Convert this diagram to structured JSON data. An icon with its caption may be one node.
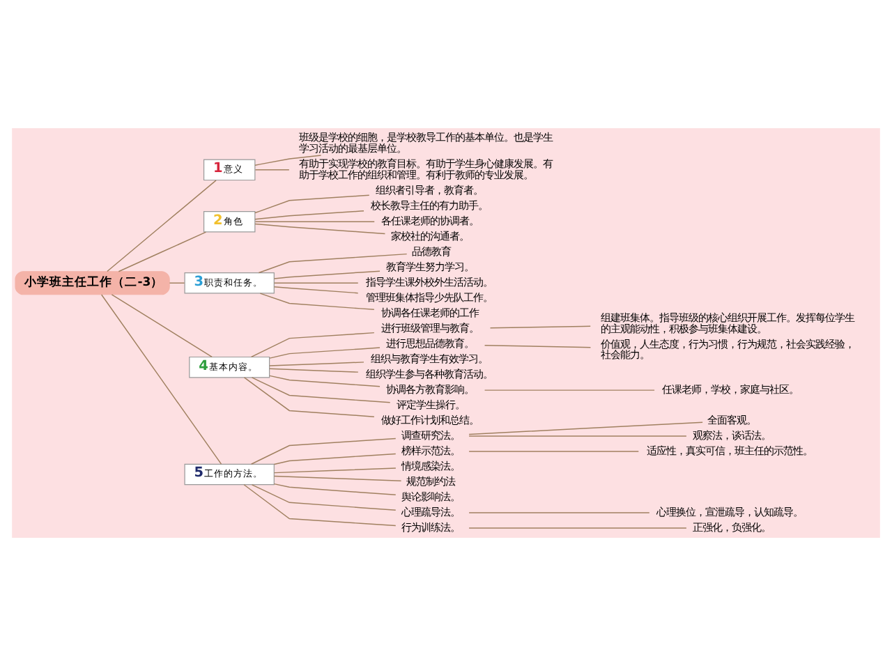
{
  "diagram": {
    "nodes": [
      {
        "text": [
          "小学班主任工作（二-3）"
        ]
      },
      {
        "text": [
          "1",
          "意义"
        ]
      },
      {
        "text": [
          "班级是学校的细胞，是学校教导工作的基本单位。也是学生学习活动的最基层单位。"
        ]
      },
      {
        "text": [
          "有助于实现学校的教育目标。有助于学生身心健康发展。有助于学校工作的组织和管理。有利于教师的专业发展。"
        ]
      },
      {
        "text": [
          "2",
          "角色"
        ]
      },
      {
        "text": [
          "组织者引导者，教育者。"
        ]
      },
      {
        "text": [
          "校长教导主任的有力助手。"
        ]
      },
      {
        "text": [
          "各任课老师的协调者。"
        ]
      },
      {
        "text": [
          "家校社的沟通者。"
        ]
      },
      {
        "text": [
          "3",
          "职责和任务。"
        ]
      },
      {
        "text": [
          "品德教育"
        ]
      },
      {
        "text": [
          "教育学生努力学习。"
        ]
      },
      {
        "text": [
          "指导学生课外校外生活活动。"
        ]
      },
      {
        "text": [
          "管理班集体指导少先队工作。"
        ]
      },
      {
        "text": [
          "协调各任课老师的工作"
        ]
      },
      {
        "text": [
          "4",
          "基本内容。"
        ]
      },
      {
        "text": [
          "进行班级管理与教育。"
        ]
      },
      {
        "text": [
          "组建班集体。指导班级的核心组织开展工作。发挥每位学生的主观能动性，积极参与班集体建设。"
        ]
      },
      {
        "text": [
          "进行思想品德教育。"
        ]
      },
      {
        "text": [
          "价值观，人生态度，行为习惯，行为规范，社会实践经验，社会能力。"
        ]
      },
      {
        "text": [
          "组织与教育学生有效学习。"
        ]
      },
      {
        "text": [
          "组织学生参与各种教育活动。"
        ]
      },
      {
        "text": [
          "协调各方教育影响。"
        ]
      },
      {
        "text": [
          "任课老师，学校，家庭与社区。"
        ]
      },
      {
        "text": [
          "评定学生操行。"
        ]
      },
      {
        "text": [
          "做好工作计划和总结。"
        ]
      },
      {
        "text": [
          "5",
          "工作的方法。"
        ]
      },
      {
        "text": [
          "调查研究法。"
        ]
      },
      {
        "text": [
          "全面客观。"
        ]
      },
      {
        "text": [
          "观察法，谈话法。"
        ]
      },
      {
        "text": [
          "榜样示范法。"
        ]
      },
      {
        "text": [
          "适应性，真实可信，班主任的示范性。"
        ]
      },
      {
        "text": [
          "情境感染法。"
        ]
      },
      {
        "text": [
          "规范制约法"
        ]
      },
      {
        "text": [
          "舆论影响法。"
        ]
      },
      {
        "text": [
          "心理疏导法。"
        ]
      },
      {
        "text": [
          "心理换位，宣泄疏导，认知疏导。"
        ]
      },
      {
        "text": [
          "行为训练法。"
        ]
      },
      {
        "text": [
          "正强化，负强化。"
        ]
      }
    ],
    "edges": [
      {
        "from": 0,
        "to": 1,
        "arrow": "none"
      },
      {
        "from": 1,
        "to": 2,
        "arrow": "none"
      },
      {
        "from": 1,
        "to": 3,
        "arrow": "none"
      },
      {
        "from": 0,
        "to": 4,
        "arrow": "none"
      },
      {
        "from": 4,
        "to": 5,
        "arrow": "none"
      },
      {
        "from": 4,
        "to": 6,
        "arrow": "none"
      },
      {
        "from": 4,
        "to": 7,
        "arrow": "none"
      },
      {
        "from": 4,
        "to": 8,
        "arrow": "none"
      },
      {
        "from": 0,
        "to": 9,
        "arrow": "none"
      },
      {
        "from": 9,
        "to": 10,
        "arrow": "none"
      },
      {
        "from": 9,
        "to": 11,
        "arrow": "none"
      },
      {
        "from": 9,
        "to": 12,
        "arrow": "none"
      },
      {
        "from": 9,
        "to": 13,
        "arrow": "none"
      },
      {
        "from": 9,
        "to": 14,
        "arrow": "none"
      },
      {
        "from": 0,
        "to": 15,
        "arrow": "none"
      },
      {
        "from": 15,
        "to": 16,
        "arrow": "none"
      },
      {
        "from": 16,
        "to": 17,
        "arrow": "none"
      },
      {
        "from": 15,
        "to": 18,
        "arrow": "none"
      },
      {
        "from": 18,
        "to": 19,
        "arrow": "none"
      },
      {
        "from": 15,
        "to": 20,
        "arrow": "none"
      },
      {
        "from": 15,
        "to": 21,
        "arrow": "none"
      },
      {
        "from": 15,
        "to": 22,
        "arrow": "none"
      },
      {
        "from": 22,
        "to": 23,
        "arrow": "none"
      },
      {
        "from": 15,
        "to": 24,
        "arrow": "none"
      },
      {
        "from": 15,
        "to": 25,
        "arrow": "none"
      },
      {
        "from": 0,
        "to": 26,
        "arrow": "none"
      },
      {
        "from": 26,
        "to": 27,
        "arrow": "none"
      },
      {
        "from": 27,
        "to": 28,
        "arrow": "none"
      },
      {
        "from": 27,
        "to": 29,
        "arrow": "none"
      },
      {
        "from": 26,
        "to": 30,
        "arrow": "none"
      },
      {
        "from": 30,
        "to": 31,
        "arrow": "none"
      },
      {
        "from": 26,
        "to": 32,
        "arrow": "none"
      },
      {
        "from": 26,
        "to": 33,
        "arrow": "none"
      },
      {
        "from": 26,
        "to": 34,
        "arrow": "none"
      },
      {
        "from": 26,
        "to": 35,
        "arrow": "none"
      },
      {
        "from": 35,
        "to": 36,
        "arrow": "none"
      },
      {
        "from": 26,
        "to": 37,
        "arrow": "none"
      },
      {
        "from": 37,
        "to": 38,
        "arrow": "none"
      }
    ]
  }
}
